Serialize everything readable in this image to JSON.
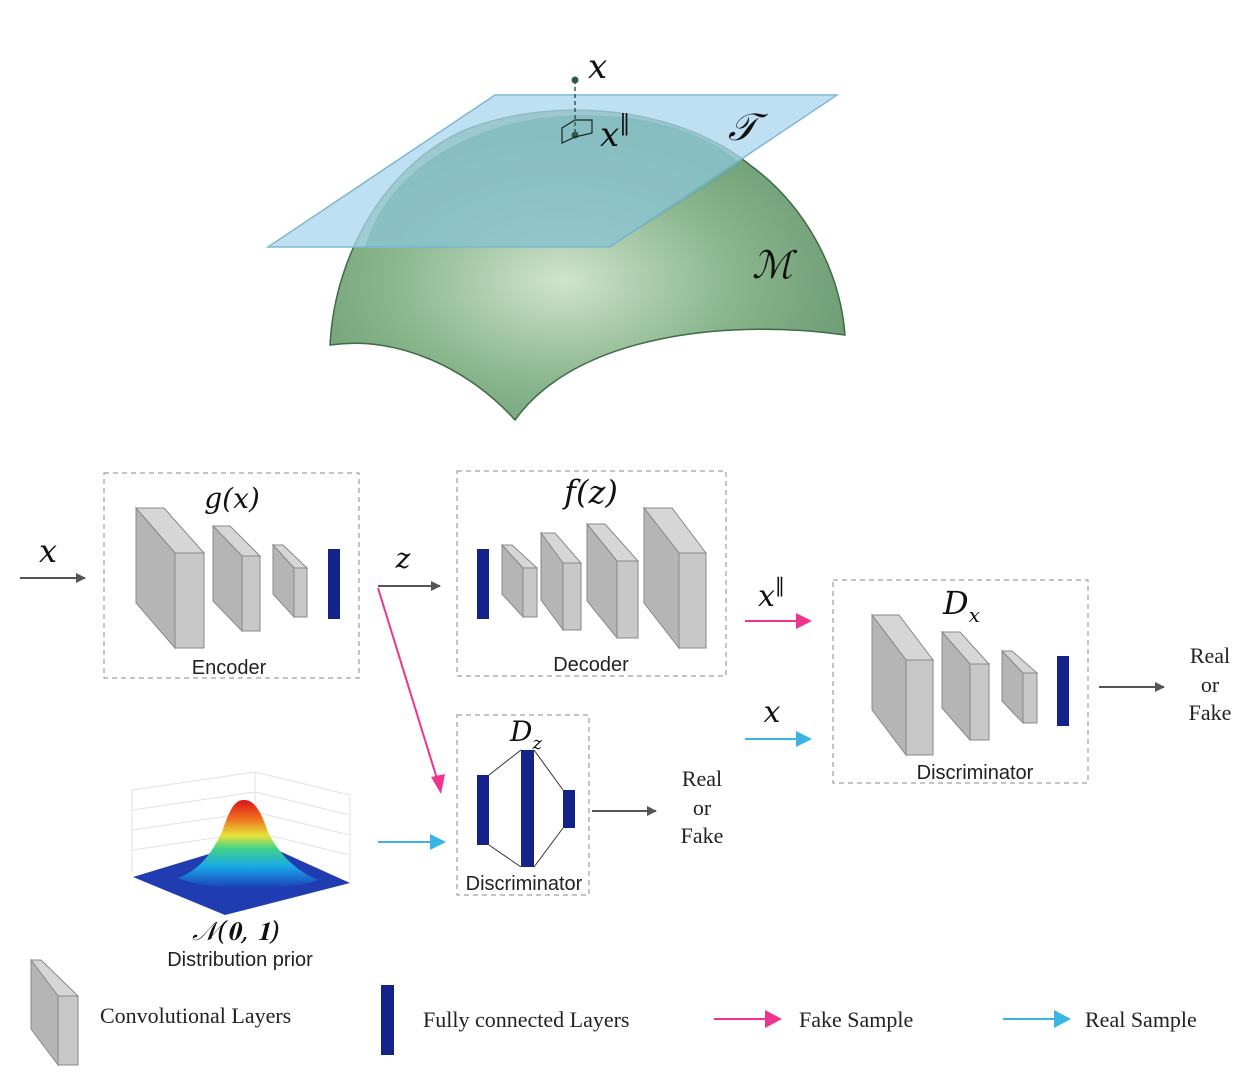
{
  "manifold": {
    "point_label": "x",
    "projection_label": "x",
    "projection_superscript": "‖",
    "tangent_label": "𝒯",
    "manifold_label": "ℳ"
  },
  "encoder": {
    "title": "g(x)",
    "caption": "Encoder",
    "input_label": "x"
  },
  "latent": {
    "label": "z"
  },
  "decoder": {
    "title": "f(z)",
    "caption": "Decoder"
  },
  "disc_x": {
    "title_main": "D",
    "title_sub": "x",
    "caption": "Discriminator",
    "fake_input_label": "x",
    "fake_input_superscript": "‖",
    "real_input_label": "x",
    "output": [
      "Real",
      "or",
      "Fake"
    ]
  },
  "disc_z": {
    "title_main": "D",
    "title_sub": "z",
    "caption": "Discriminator",
    "output": [
      "Real",
      "or",
      "Fake"
    ]
  },
  "prior": {
    "label": "𝒩(𝟎, 𝟏)",
    "caption": "Distribution prior"
  },
  "legend": {
    "conv": "Convolutional Layers",
    "fc": "Fully connected Layers",
    "fake": "Fake Sample",
    "real": "Real Sample"
  },
  "colors": {
    "fake_arrow": "#f0338e",
    "real_arrow": "#3ab4e4",
    "neutral_arrow": "#555555",
    "fc_layer": "#13238a",
    "conv_front": "#b5b5b5",
    "conv_side": "#c8c8c8",
    "conv_top": "#d6d6d6",
    "tangent_plane": "#a9d6ee",
    "manifold": "#6e9c74"
  }
}
